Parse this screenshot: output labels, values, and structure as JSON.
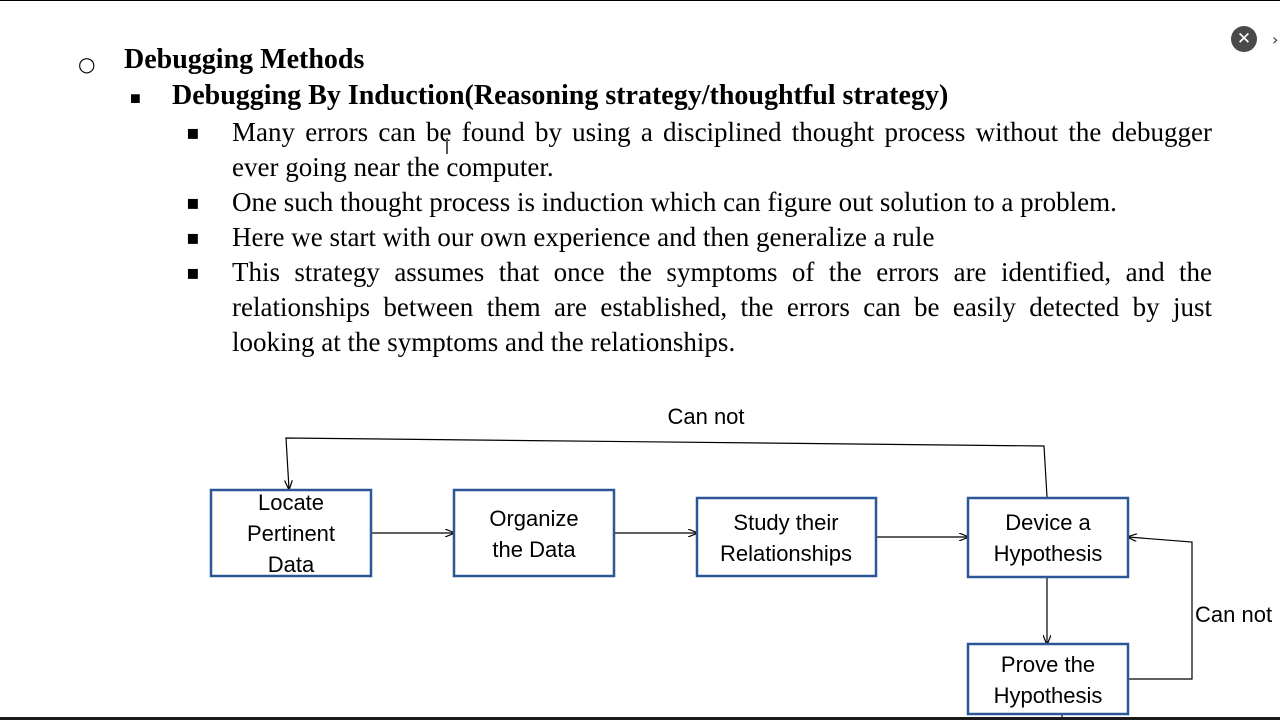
{
  "slide": {
    "heading": "Debugging Methods",
    "subheading": "Debugging By Induction(Reasoning strategy/thoughtful strategy)",
    "bullets": [
      "Many errors can be found by using a disciplined thought process without the debugger ever going near the computer.",
      "One such thought process is induction which can figure out solution to a problem.",
      "Here we start with our own experience and then generalize a rule",
      "This strategy assumes that once the symptoms of the errors are identified, and the relationships between them are established, the errors can be easily detected by just looking at the symptoms and the relationships."
    ]
  },
  "diagram": {
    "locate": [
      "Locate",
      "Pertinent",
      "Data"
    ],
    "organize": [
      "Organize",
      "the Data"
    ],
    "study": [
      "Study their",
      "Relationships"
    ],
    "device": [
      "Device a",
      "Hypothesis"
    ],
    "prove": [
      "Prove the",
      "Hypothesis"
    ],
    "label_top": "Can not",
    "label_right": "Can not"
  },
  "ui": {
    "close_symbol": "✕",
    "colors": {
      "box_border": "#2b5798",
      "close_bg": "#4a4a4a"
    }
  }
}
